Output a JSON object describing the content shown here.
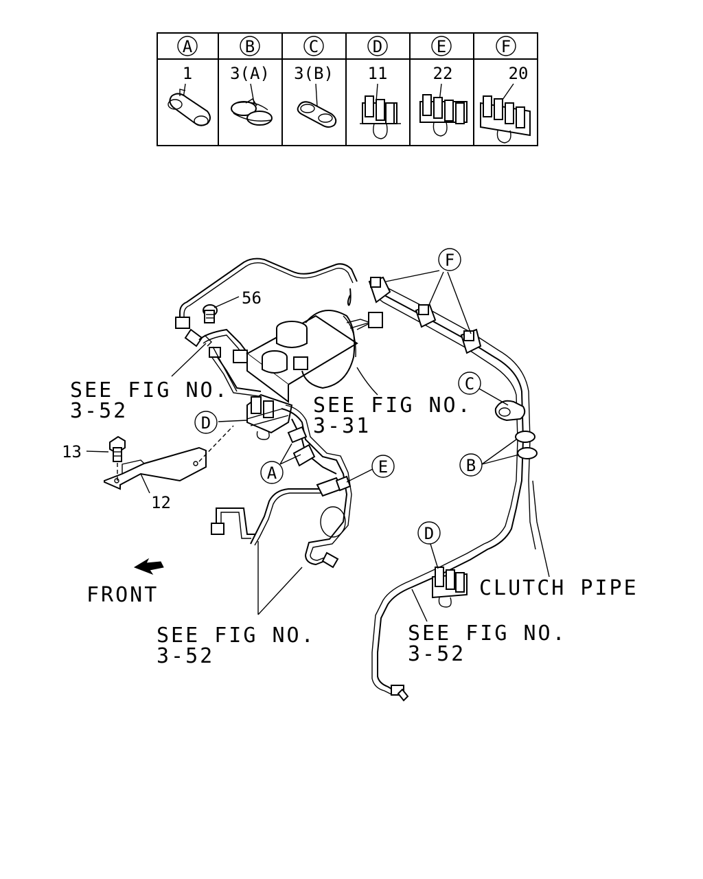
{
  "clip_table": {
    "headers": [
      "A",
      "B",
      "C",
      "D",
      "E",
      "F"
    ],
    "part_numbers": [
      "1",
      "3(A)",
      "3(B)",
      "11",
      "22",
      "20"
    ]
  },
  "callouts": {
    "part_56": "56",
    "part_13": "13",
    "part_12": "12",
    "clip_f": "F",
    "clip_c": "C",
    "clip_b": "B",
    "clip_d_upper": "D",
    "clip_d_lower": "D",
    "clip_a": "A",
    "clip_e": "E"
  },
  "references": {
    "ref_upper_left_1": "SEE FIG NO.",
    "ref_upper_left_2": "3-52",
    "ref_booster_1": "SEE FIG NO.",
    "ref_booster_2": "3-31",
    "ref_lower_left_1": "SEE FIG NO.",
    "ref_lower_left_2": "3-52",
    "ref_lower_right_1": "SEE FIG NO.",
    "ref_lower_right_2": "3-52"
  },
  "labels": {
    "clutch_pipe": "CLUTCH PIPE",
    "front": "FRONT"
  },
  "icons": {
    "front_arrow": "front-arrow-icon"
  }
}
